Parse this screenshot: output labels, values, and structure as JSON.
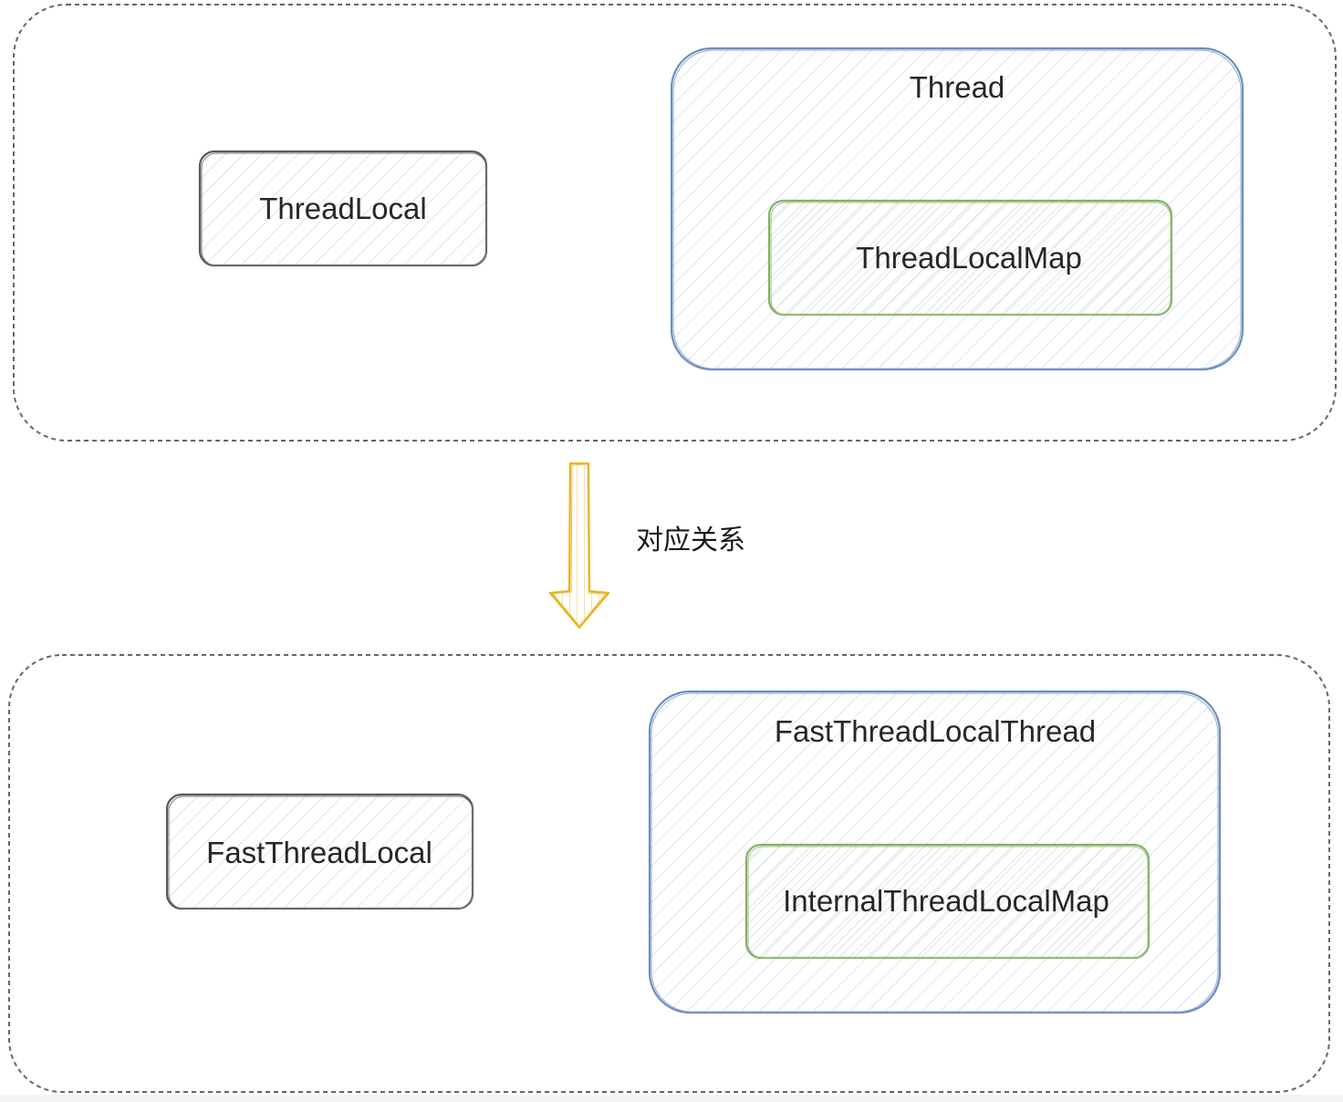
{
  "top_group": {
    "threadlocal_label": "ThreadLocal",
    "thread_label": "Thread",
    "map_label": "ThreadLocalMap"
  },
  "relation": {
    "label": "对应关系",
    "arrow_color": "#e6b422"
  },
  "bottom_group": {
    "threadlocal_label": "FastThreadLocal",
    "thread_label": "FastThreadLocalThread",
    "map_label": "InternalThreadLocalMap"
  },
  "colors": {
    "group_border": "#666666",
    "class_border": "#595959",
    "thread_border": "#6c8ebf",
    "thread_fill": "#dae8fc",
    "map_border": "#82b366",
    "map_fill": "#d5e8d4"
  }
}
